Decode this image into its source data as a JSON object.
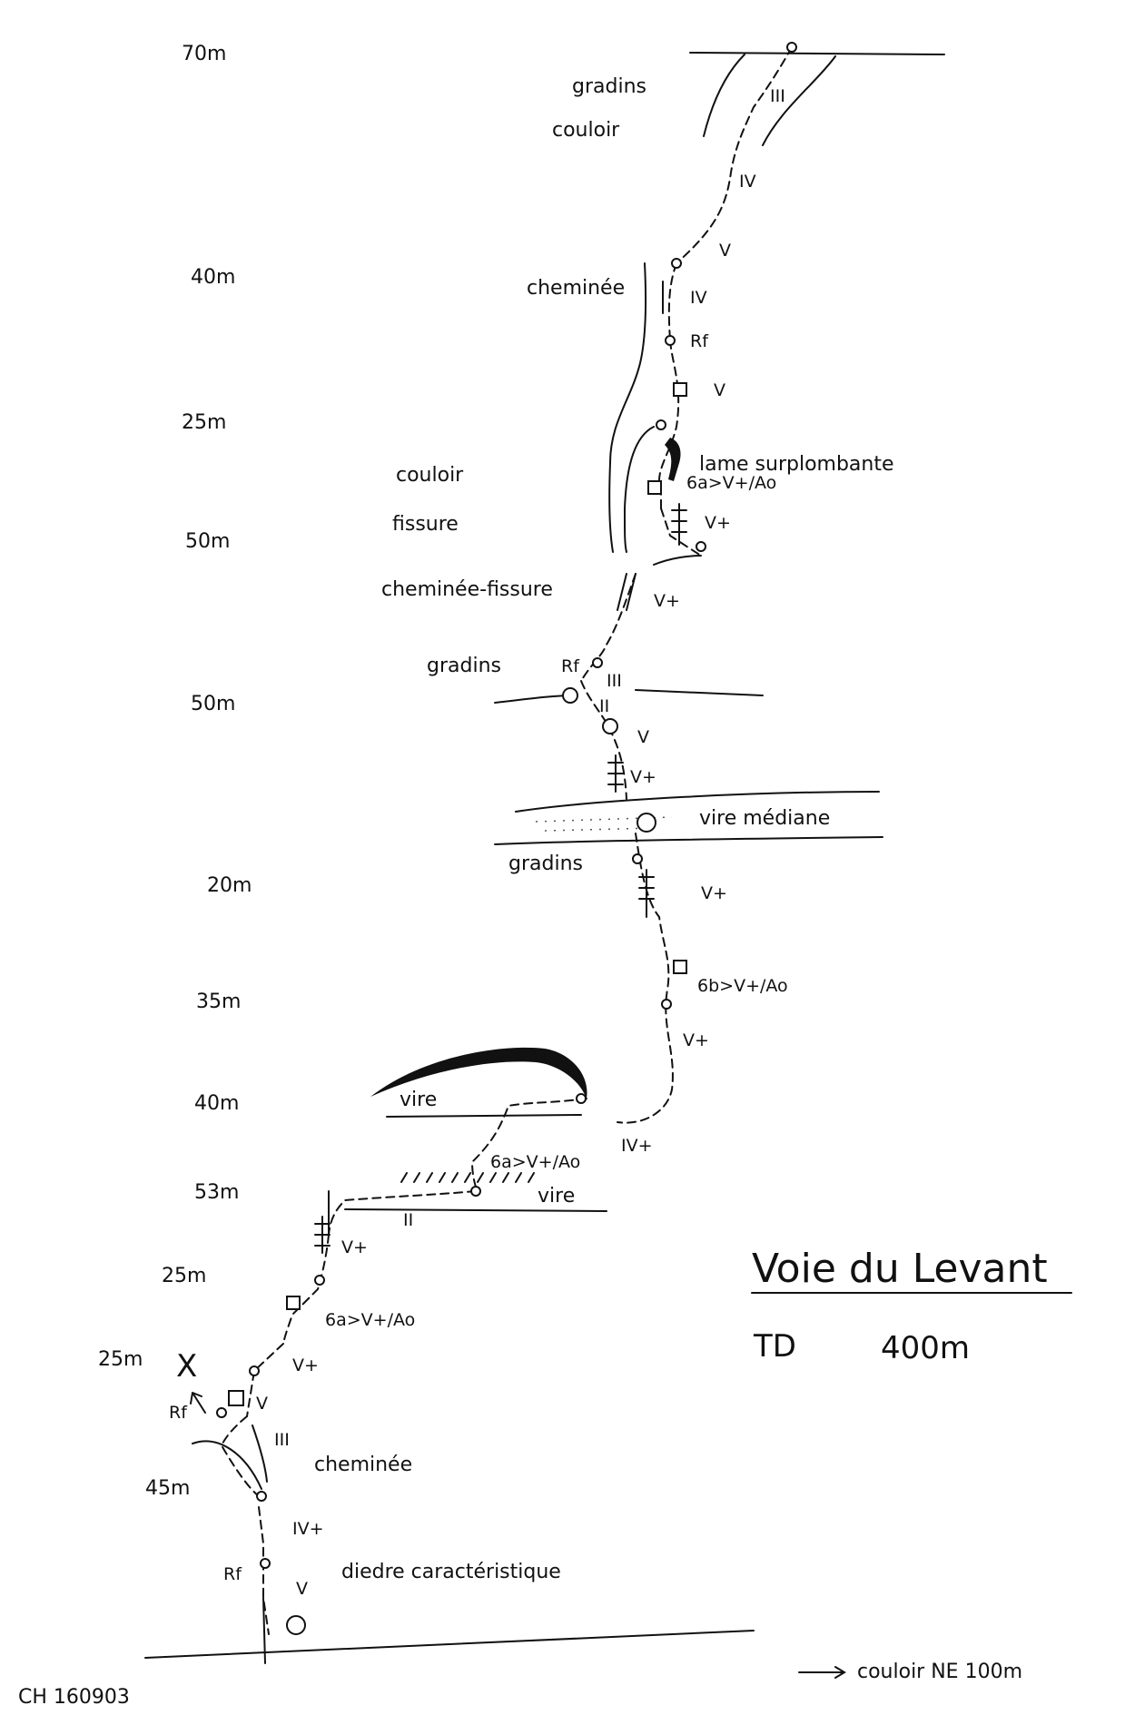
{
  "pitch_lengths": [
    "70m",
    "40m",
    "25m",
    "50m",
    "50m",
    "20m",
    "35m",
    "40m",
    "53m",
    "25m",
    "25m",
    "45m"
  ],
  "grades": [
    "III",
    "IV",
    "V",
    "IV",
    "Rf",
    "V",
    "6a>V+/Ao",
    "V+",
    "V+",
    "Rf",
    "III",
    "II",
    "V",
    "V+",
    "V+",
    "6b>V+/Ao",
    "V+",
    "IV+",
    "6a>V+/Ao",
    "II",
    "V+",
    "6a>V+/Ao",
    "V+",
    "V",
    "Rf",
    "III",
    "IV+",
    "Rf",
    "V"
  ],
  "features": [
    "gradins",
    "couloir",
    "cheminée",
    "lame surplombante",
    "couloir",
    "fissure",
    "cheminée-fissure",
    "gradins",
    "vire médiane",
    "gradins",
    "vire",
    "vire",
    "cheminée",
    "diedre caractéristique"
  ],
  "title": "Voie du Levant",
  "difficulty": "TD",
  "height": "400m",
  "approach_note": "couloir NE 100m",
  "reference": "CH 160903",
  "start_mark": "X"
}
